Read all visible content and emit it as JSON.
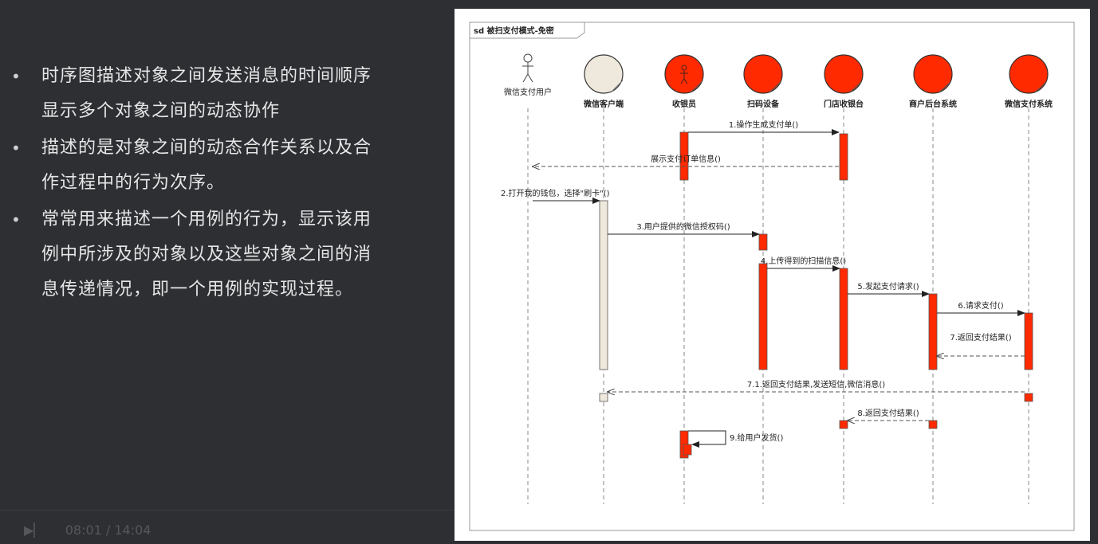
{
  "slide": {
    "bullets": [
      {
        "bullet": "•",
        "lines": [
          "时序图描述对象之间发送消息的时间顺序",
          "显示多个对象之间的动态协作"
        ]
      },
      {
        "bullet": "•",
        "lines": [
          "描述的是对象之间的动态合作关系以及合",
          "作过程中的行为次序。"
        ]
      },
      {
        "bullet": "•",
        "lines": [
          "常常用来描述一个用例的行为，显示该用",
          "例中所涉及的对象以及这些对象之间的消",
          "息传递情况，即一个用例的实现过程。"
        ]
      }
    ]
  },
  "video": {
    "time": "08:01 / 14:04"
  },
  "diagram": {
    "frame_title": "sd 被扫支付模式-免密",
    "actor": {
      "name": "微信支付用户"
    },
    "objects": [
      {
        "name": "微信客户端",
        "style": "boundary",
        "color": "#efe8dc"
      },
      {
        "name": "收银员",
        "style": "actor-entity",
        "color": "#ff2a00"
      },
      {
        "name": "扫码设备",
        "style": "entity",
        "color": "#ff2a00"
      },
      {
        "name": "门店收银台",
        "style": "entity",
        "color": "#ff2a00"
      },
      {
        "name": "商户后台系统",
        "style": "entity",
        "color": "#ff2a00"
      },
      {
        "name": "微信支付系统",
        "style": "entity",
        "color": "#ff2a00"
      }
    ],
    "messages": [
      {
        "label": "1.操作生成支付单()",
        "from": 2,
        "to": 4,
        "kind": "sync"
      },
      {
        "label": "展示支付订单信息()",
        "from": 4,
        "to": 0,
        "kind": "return"
      },
      {
        "label": "2.打开我的钱包，选择\"刷卡\"()",
        "from": 0,
        "to": 1,
        "kind": "sync"
      },
      {
        "label": "3.用户提供的微信授权码()",
        "from": 1,
        "to": 3,
        "kind": "sync"
      },
      {
        "label": "4.上传得到的扫描信息()",
        "from": 3,
        "to": 4,
        "kind": "sync"
      },
      {
        "label": "5.发起支付请求()",
        "from": 4,
        "to": 5,
        "kind": "sync"
      },
      {
        "label": "6.请求支付()",
        "from": 5,
        "to": 6,
        "kind": "sync"
      },
      {
        "label": "7.返回支付结果()",
        "from": 6,
        "to": 5,
        "kind": "return"
      },
      {
        "label": "7.1.返回支付结果,发送短信,微信消息()",
        "from": 6,
        "to": 1,
        "kind": "return"
      },
      {
        "label": "8.返回支付结果()",
        "from": 5,
        "to": 4,
        "kind": "return"
      },
      {
        "label": "9.给用户发货()",
        "from": 2,
        "to": 2,
        "kind": "self"
      }
    ],
    "colors": {
      "activation": "#ff2a00",
      "client_activation": "#efe8dc",
      "lifeline": "#888888"
    }
  }
}
